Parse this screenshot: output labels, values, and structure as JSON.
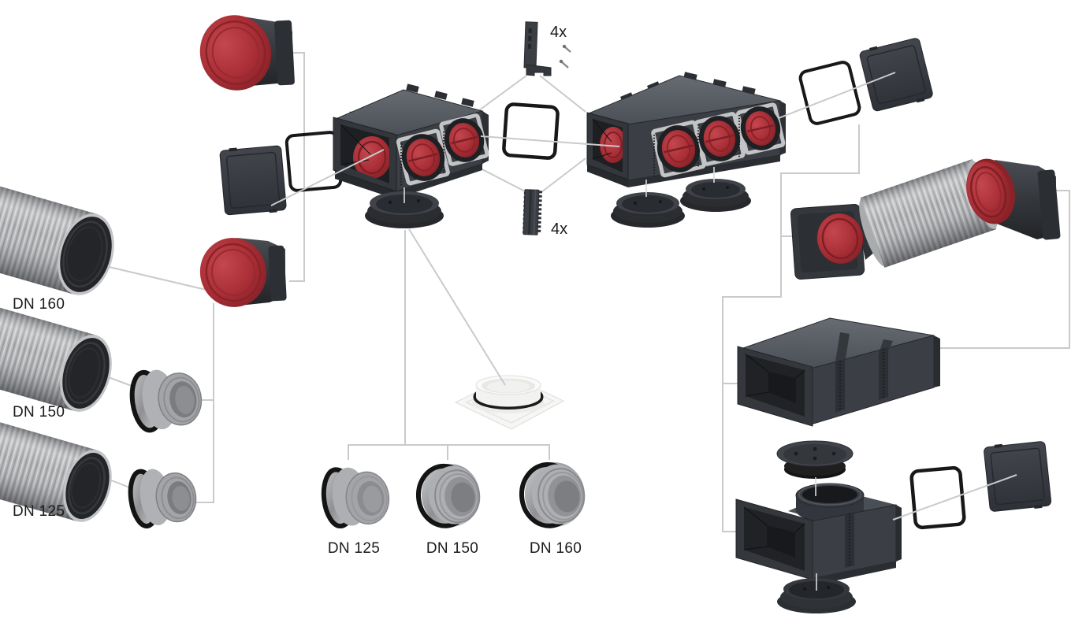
{
  "diagram": {
    "background": "#ffffff",
    "connector_line_color": "#c9cacb",
    "accent_red": "#a42c33",
    "part_charcoal": "#34373c",
    "part_metal_gray": "#aaabad",
    "part_white": "#f6f6f5",
    "labels": {
      "left_ducts": [
        {
          "id": "duct-dn160",
          "text": "DN 160"
        },
        {
          "id": "duct-dn150",
          "text": "DN 150"
        },
        {
          "id": "duct-dn125",
          "text": "DN 125"
        }
      ],
      "connector_rings": [
        {
          "id": "ring-dn125",
          "text": "DN 125"
        },
        {
          "id": "ring-dn150",
          "text": "DN 150"
        },
        {
          "id": "ring-dn160",
          "text": "DN 160"
        }
      ],
      "corner_bracket_qty": "4x",
      "strip_connector_qty": "4x"
    }
  }
}
